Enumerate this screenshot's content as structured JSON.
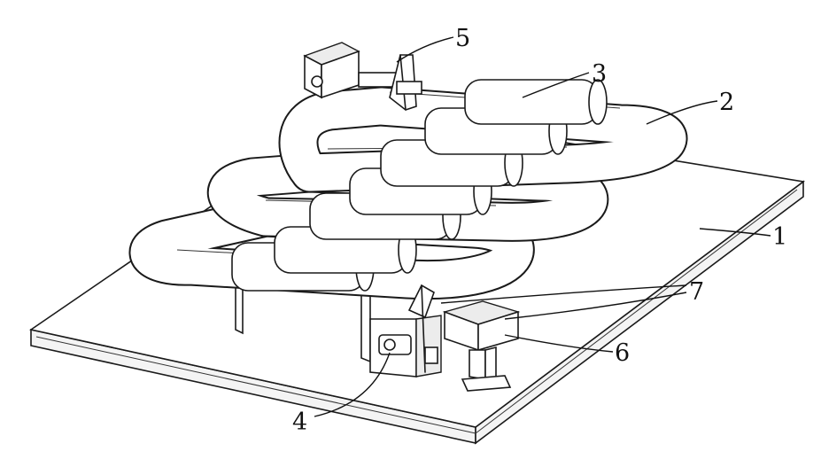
{
  "labels": [
    {
      "id": "1",
      "text": "1"
    },
    {
      "id": "2",
      "text": "2"
    },
    {
      "id": "3",
      "text": "3"
    },
    {
      "id": "4",
      "text": "4"
    },
    {
      "id": "5",
      "text": "5"
    },
    {
      "id": "6",
      "text": "6"
    },
    {
      "id": "7",
      "text": "7"
    }
  ]
}
